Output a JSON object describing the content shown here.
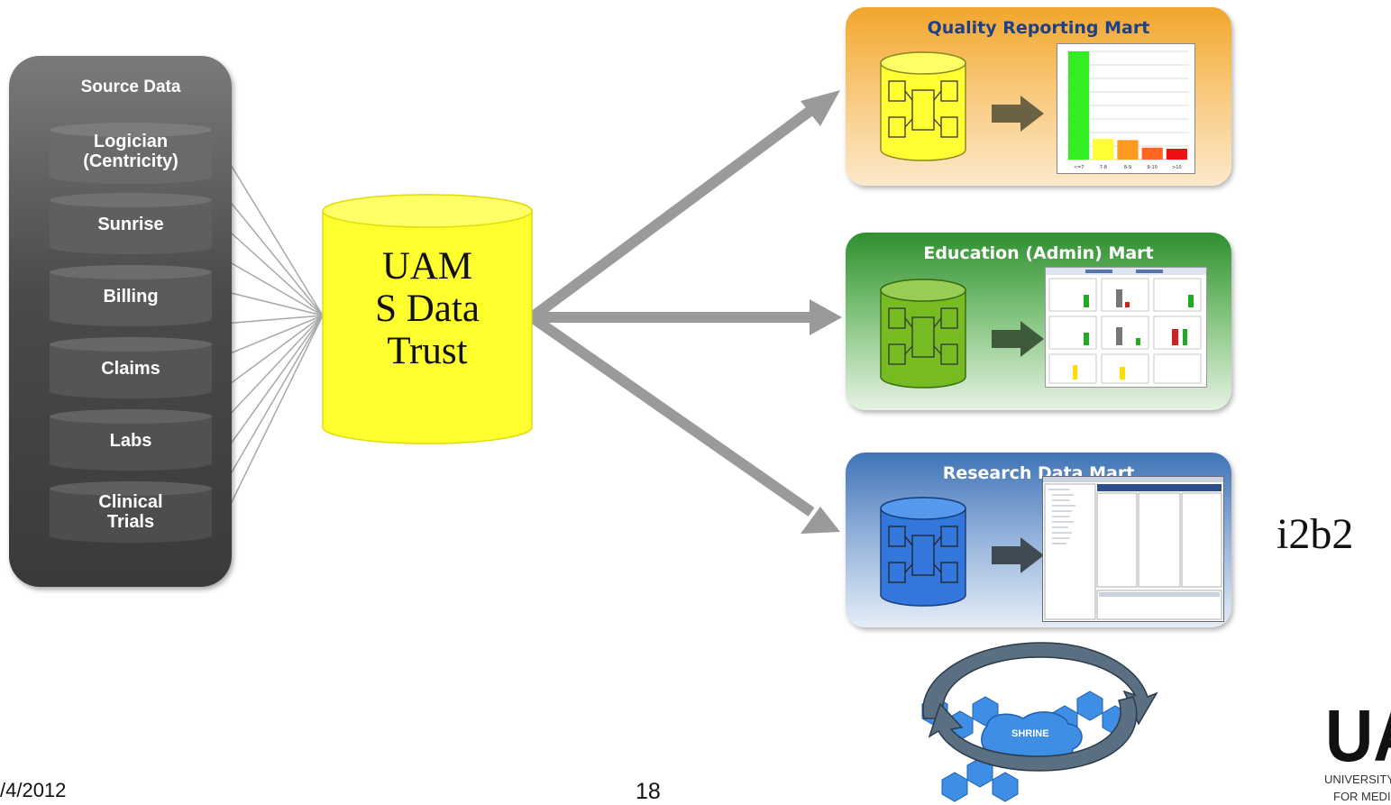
{
  "source": {
    "title": "Source Data",
    "items": [
      {
        "label": "Logician\n(Centricity)"
      },
      {
        "label": "Sunrise"
      },
      {
        "label": "Billing"
      },
      {
        "label": "Claims"
      },
      {
        "label": "Labs"
      },
      {
        "label": "Clinical\nTrials"
      }
    ]
  },
  "trust": {
    "label": "UAM\nS Data\nTrust"
  },
  "marts": {
    "quality": {
      "title": "Quality Reporting Mart"
    },
    "education": {
      "title": "Education (Admin) Mart"
    },
    "research": {
      "title": "Research Data Mart"
    }
  },
  "quality_chart": {
    "categories": [
      "<=7",
      "7-8",
      "8-9",
      "9-10",
      ">10"
    ],
    "values": [
      100,
      19,
      18,
      11,
      10
    ]
  },
  "i2b2": "i2b2",
  "shrine": "SHRINE",
  "footer": {
    "date": "/4/2012",
    "slide_number": "18"
  },
  "logo": {
    "text": "UAM",
    "caption_line1": "UNIVERSITY OF ARKA",
    "caption_line2": "FOR MEDICAL SCIE"
  },
  "colors": {
    "trust_fill": "#ffff2e",
    "quality_bars": [
      "#33ee22",
      "#ffff33",
      "#ff9922",
      "#ff6622",
      "#ee1111"
    ]
  }
}
